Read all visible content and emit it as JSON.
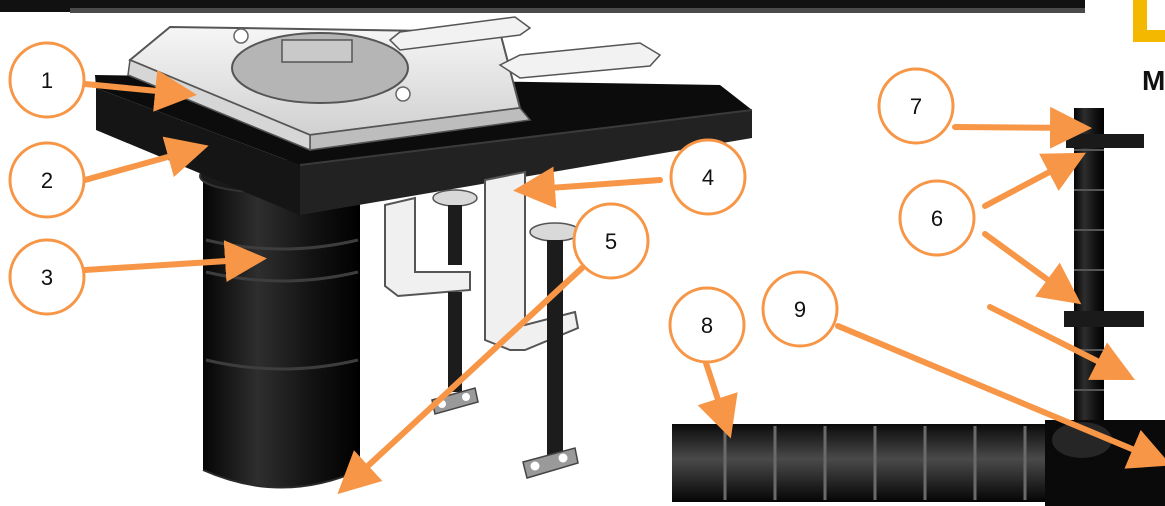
{
  "colors": {
    "accent": "#F79646",
    "accent_fill": "#FFFFFF",
    "part_dark": "#111111",
    "part_light": "#E8E8E8",
    "part_mid": "#9A9A9A",
    "brand_yellow": "#F5B800"
  },
  "brand": {
    "mark": "M"
  },
  "callouts": [
    {
      "label": "1"
    },
    {
      "label": "2"
    },
    {
      "label": "3"
    },
    {
      "label": "4"
    },
    {
      "label": "5"
    },
    {
      "label": "6"
    },
    {
      "label": "7"
    },
    {
      "label": "8"
    },
    {
      "label": "9"
    }
  ]
}
